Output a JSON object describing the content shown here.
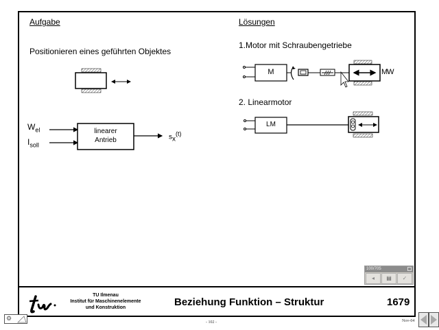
{
  "slide": {
    "left_heading": "Aufgabe",
    "right_heading": "Lösungen",
    "task_text": "Positionieren eines geführten Objektes",
    "solution1_label": "1.Motor mit Schraubengetriebe",
    "solution2_label": "2. Linearmotor",
    "motor_label": "M",
    "linear_motor_label": "LM",
    "spring_label": "MW"
  },
  "block_diagram": {
    "input1_main": "W",
    "input1_sub": "el",
    "input2_main": "I",
    "input2_sub": "soll",
    "block_line1": "linearer",
    "block_line2": "Antrieb",
    "output_main": "s",
    "output_sub": "x",
    "output_arg": "(t)"
  },
  "footer": {
    "institution_line1": "TU Ilmenau",
    "institution_line2": "Institut für Maschinenelemente",
    "institution_line3": "und Konstruktion",
    "title": "Beziehung Funktion – Struktur",
    "slide_number": "1679",
    "page_label": "- 102 -",
    "date_label": "Nov-04",
    "logo_text": "tu"
  },
  "viewer_toolbar": {
    "zoom_label": "100/705",
    "buttons": [
      "back-icon",
      "page-icon",
      "check-icon"
    ]
  },
  "navigation": {
    "prev_icon": "triangle-left-icon",
    "next_icon": "triangle-right-icon"
  }
}
